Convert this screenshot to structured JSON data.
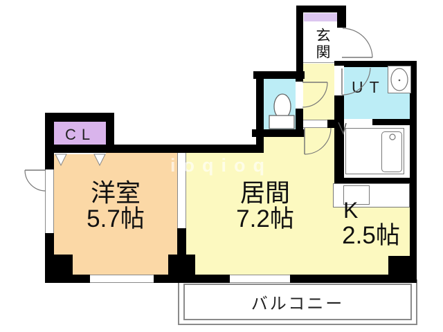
{
  "plan": {
    "genkan": {
      "label": "玄関"
    },
    "ut": {
      "label": "UT"
    },
    "closet": {
      "label": "CL"
    },
    "western_room": {
      "name": "洋室",
      "size": "5.7帖"
    },
    "living_room": {
      "name": "居間",
      "size": "7.2帖"
    },
    "kitchen": {
      "name": "K",
      "size": "2.5帖"
    },
    "balcony": {
      "label": "バルコニー"
    },
    "watermark": "ioqioq",
    "colors": {
      "wall": "#000000",
      "western_room_floor": "#fbd8a6",
      "living_floor": "#fcf9c0",
      "wet_area_floor": "#bcedf6",
      "closet_fill": "#d9b4ec",
      "genkan_mat": "#dcc6f0",
      "thin_line": "#888888"
    }
  }
}
